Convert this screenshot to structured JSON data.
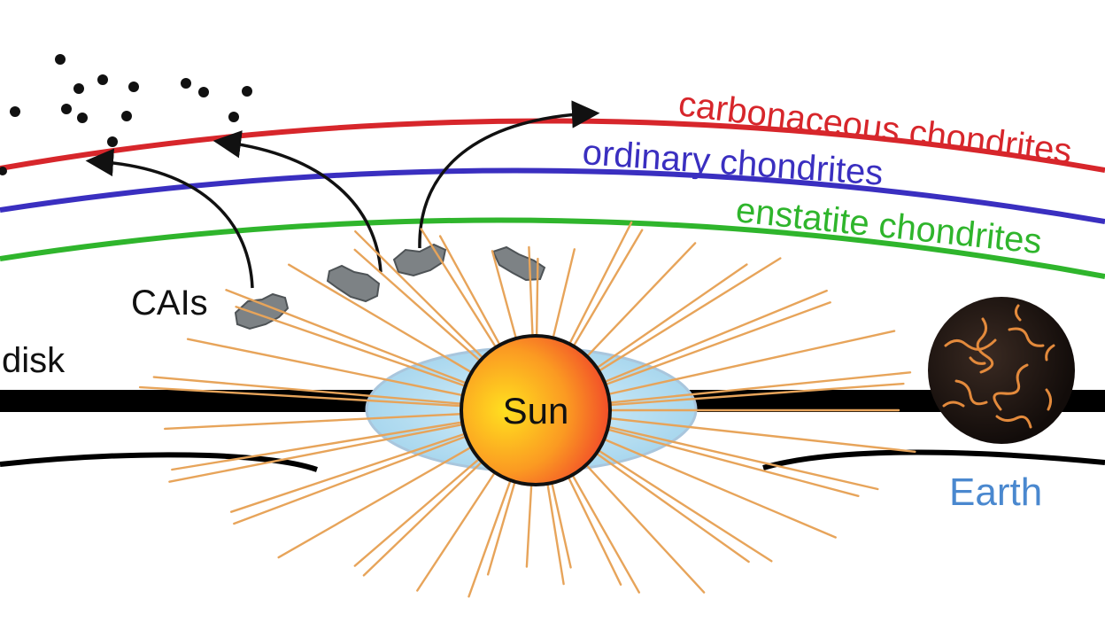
{
  "labels": {
    "carbonaceous": "carbonaceous chondrites",
    "ordinary": "ordinary chondrites",
    "enstatite": "enstatite chondrites",
    "cais": "CAIs",
    "disk": "disk",
    "sun": "Sun",
    "earth": "Earth"
  },
  "colors": {
    "carbonaceous": "#d7262b",
    "ordinary": "#3a2fc0",
    "enstatite": "#2fb52c",
    "sun_inner": "#ffd21c",
    "sun_outer": "#f2462a",
    "halo": "#bfe3f3",
    "rays": "#e7a45a",
    "earth_label": "#4a88cf",
    "disk": "#000000",
    "rock": "#7f8487"
  },
  "icons": {
    "rocks": "rock-icon",
    "earth": "planet-icon",
    "particles": "dot-icon",
    "arrows": "curved-arrow-icon"
  }
}
